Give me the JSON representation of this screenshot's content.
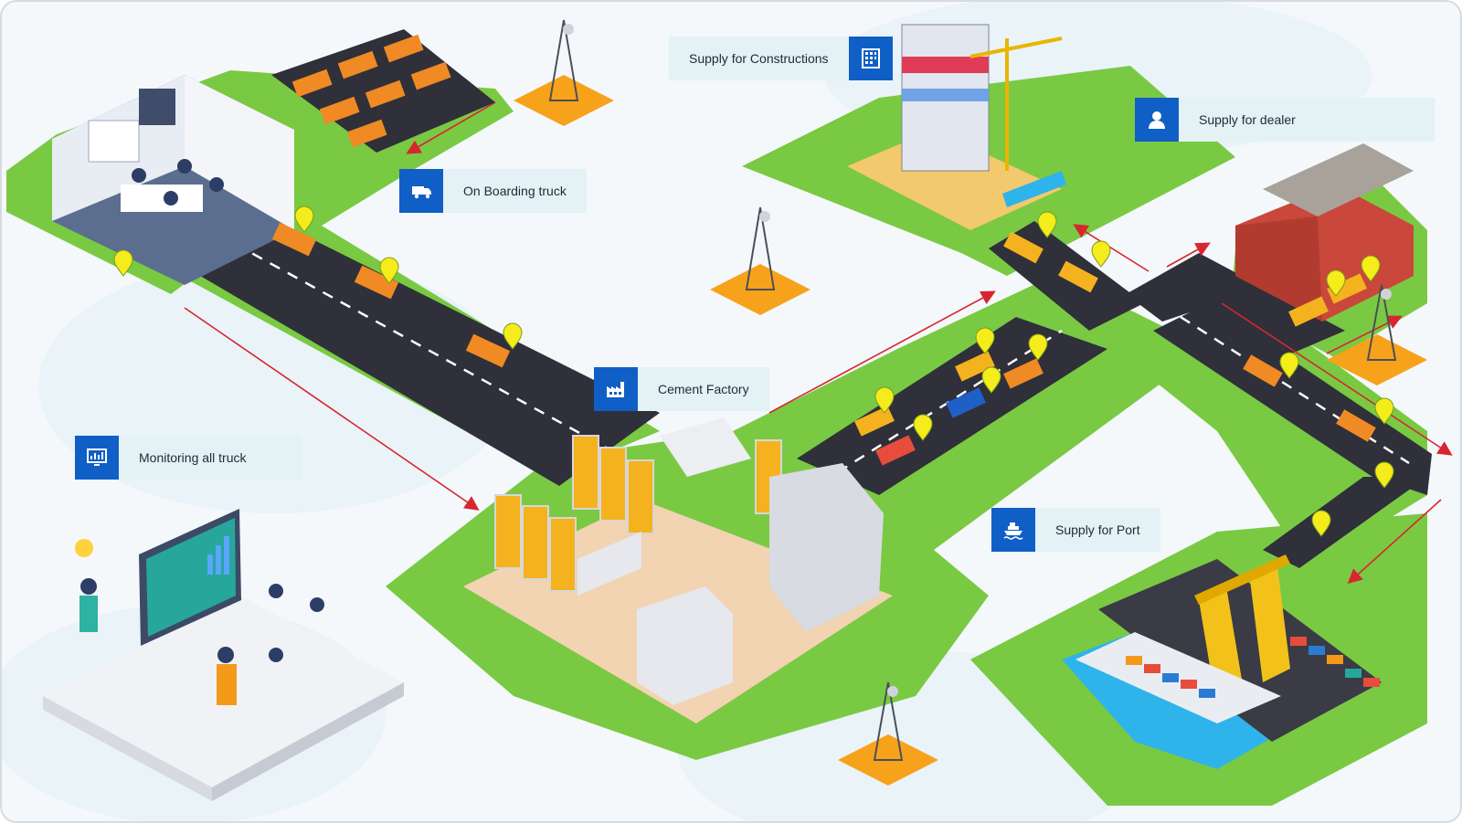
{
  "labels": {
    "supply_constructions": {
      "text": "Supply for Constructions",
      "icon": "building-icon"
    },
    "supply_dealer": {
      "text": "Supply for dealer",
      "icon": "person-icon"
    },
    "onboarding_truck": {
      "text": "On Boarding truck",
      "icon": "truck-icon"
    },
    "cement_factory": {
      "text": "Cement Factory",
      "icon": "factory-icon"
    },
    "monitoring_truck": {
      "text": "Monitoring all truck",
      "icon": "monitor-dashboard-icon"
    },
    "supply_port": {
      "text": "Supply for Port",
      "icon": "ship-icon"
    }
  },
  "colors": {
    "accent_blue": "#0f5fc6",
    "label_bg": "#e4f1f5",
    "grass": "#7ac943",
    "road": "#2f3039",
    "arrow": "#d7262f",
    "tower_base": "#f7a21b",
    "pin": "#f4ec1b",
    "water": "#2eb4ea"
  }
}
